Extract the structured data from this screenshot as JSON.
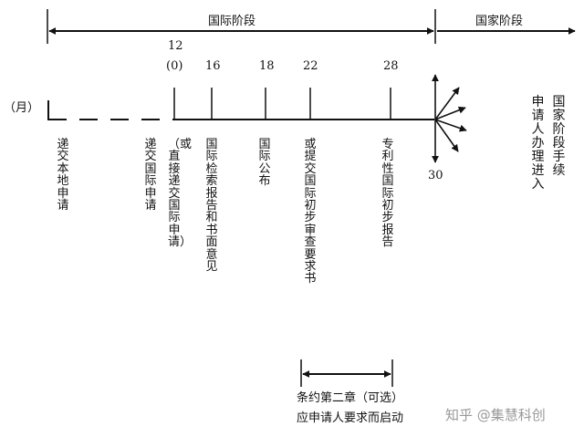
{
  "colors": {
    "ink": "#111111",
    "watermark": "#999999"
  },
  "phases": {
    "international": "国际阶段",
    "national": "国家阶段"
  },
  "axis": {
    "unit": "（月）",
    "start_label": "(0)"
  },
  "ticks": [
    {
      "month": "12"
    },
    {
      "month": "16"
    },
    {
      "month": "18"
    },
    {
      "month": "22"
    },
    {
      "month": "28"
    }
  ],
  "end_month": "30",
  "events": [
    {
      "text": "递交本地申请"
    },
    {
      "text": "递交国际申请"
    },
    {
      "text": "（或直接递交国际申请）"
    },
    {
      "text": "国际检索报告和书面意见"
    },
    {
      "text": "国际公布"
    },
    {
      "text": "或提交国际初步审查要求书"
    },
    {
      "text": "专利性国际初步报告"
    }
  ],
  "national_note": {
    "col1": "国家阶段手续",
    "col2": "申请人办理进入"
  },
  "chapter2": {
    "line1": "条约第二章（可选）",
    "line2": "应申请人要求而启动"
  },
  "watermark": "知乎 @集慧科创"
}
